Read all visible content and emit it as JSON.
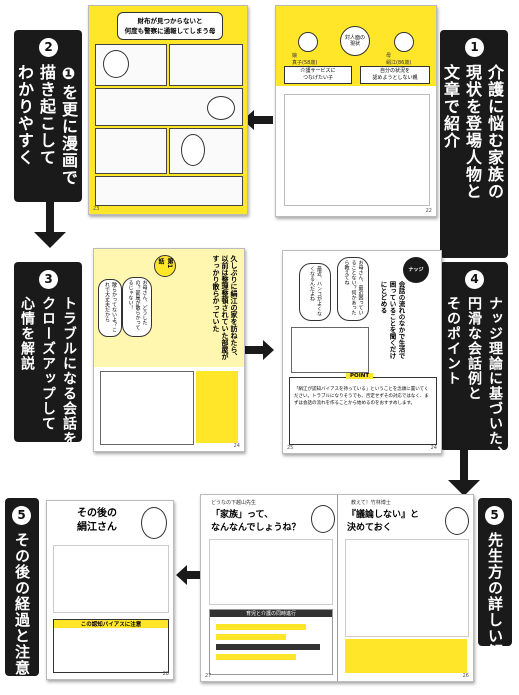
{
  "steps": [
    {
      "num": "1",
      "text": "介護に悩む家族の\n現状を登場人物と\n文章で紹介"
    },
    {
      "num": "2",
      "text": "❶を更に漫画で\n描き起こして\nわかりやすく"
    },
    {
      "num": "3",
      "text": "トラブルになる会話を\nクローズアップして\n心情を解説"
    },
    {
      "num": "4",
      "text": "ナッジ理論に基づいた、\n円滑な会話例と\nそのポイント"
    },
    {
      "num": "5",
      "text": "先生方の詳しい解説"
    },
    {
      "num": "5",
      "text": "その後の経過と注意点"
    }
  ],
  "spread1": {
    "manga_title": "財布が見つからないと\n何度も警察に通報してしまう母",
    "status_badge": "対人面の現状",
    "left_person": "娘\n真子(58歳)",
    "right_person": "母\n絹江(86歳)",
    "tag_left": "介護サービスに\nつなげたい子",
    "tag_right": "自分の状況を\n認めようとしない親",
    "page_left": "23",
    "page_right": "22"
  },
  "spread2": {
    "vertical_text": "久しぶりに絹江の家を訪ねたら、以前は整理整頓されていた部屋がすっかり散らかっていた",
    "badge": "第1話",
    "bubble1": "お母さん、どうしたの？部屋が散らかってるじゃない！",
    "bubble2": "散らかってないよ？これで大丈夫だから",
    "page": "24"
  },
  "spread3": {
    "logo": "ナッジ",
    "heading": "会話の流れのなかで生活で困っていることを聞くだけにとどめる",
    "bubble1": "お母さん、最近困っていることない？何かあったら教えてね",
    "bubble2": "最近、ハンコがよくなくなるんだよね",
    "point_label": "POINT",
    "point_text": "「絹江が認知バイアスを持っている」ということを念頭に置いてください。トラブルになりそうでも、否定せずその対応ではなく、まずは会話の流れを作ることから始めるのをおすすめします。",
    "page_left": "25",
    "page_right": "24"
  },
  "spread4": {
    "left_header": "どうなの下越山先生",
    "left_title": "「家族」って、\nなんなんでしょうね？",
    "right_header": "教えて！竹林博士",
    "right_title": "『議論しない』と\n決めておく",
    "chart_title": "育児と介護の同時進行",
    "page_left": "27",
    "page_right": "26"
  },
  "spread5": {
    "title": "その後の\n絹江さん",
    "box_label": "この認知バイアスに注意",
    "page": "28"
  },
  "colors": {
    "accent": "#ffe629",
    "dark": "#1a1a1a"
  }
}
